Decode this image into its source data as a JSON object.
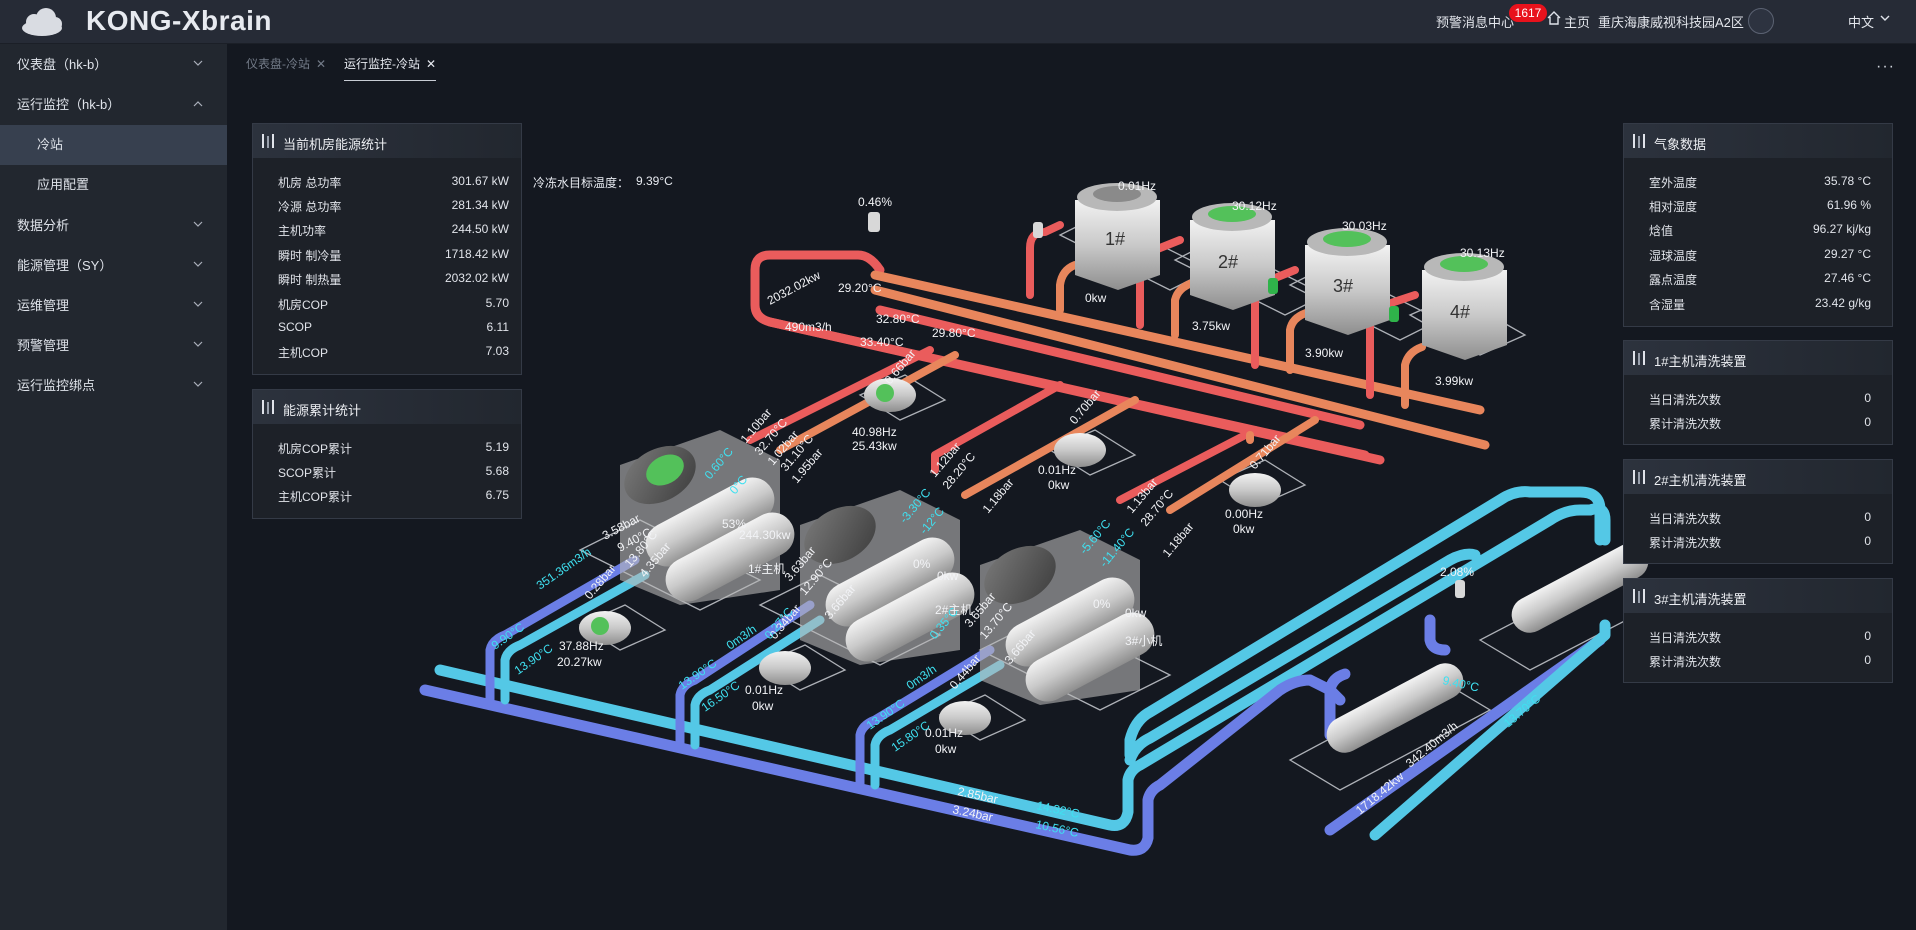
{
  "header": {
    "app_title": "KONG-Xbrain",
    "alert_center": "预警消息中心",
    "alert_count": "1617",
    "home": "主页",
    "site": "重庆海康威视科技园A2区",
    "language": "中文"
  },
  "sidebar": {
    "items": [
      {
        "label": "仪表盘（hk-b）"
      },
      {
        "label": "运行监控（hk-b）"
      },
      {
        "label": "冷站"
      },
      {
        "label": "应用配置"
      },
      {
        "label": "数据分析"
      },
      {
        "label": "能源管理（SY）"
      },
      {
        "label": "运维管理"
      },
      {
        "label": "预警管理"
      },
      {
        "label": "运行监控绑点"
      }
    ]
  },
  "tabs": [
    {
      "label": "仪表盘-冷站"
    },
    {
      "label": "运行监控-冷站"
    }
  ],
  "more_menu": "···",
  "energy_panel": {
    "title": "当前机房能源统计",
    "rows": [
      {
        "label": "机房 总功率",
        "value": "301.67 kW"
      },
      {
        "label": "冷源 总功率",
        "value": "281.34 kW"
      },
      {
        "label": "主机功率",
        "value": "244.50 kW"
      },
      {
        "label": "瞬时 制冷量",
        "value": "1718.42 kW"
      },
      {
        "label": "瞬时 制热量",
        "value": "2032.02 kW"
      },
      {
        "label": "机房COP",
        "value": "5.70"
      },
      {
        "label": "SCOP",
        "value": "6.11"
      },
      {
        "label": "主机COP",
        "value": "7.03"
      }
    ]
  },
  "cumulative_panel": {
    "title": "能源累计统计",
    "rows": [
      {
        "label": "机房COP累计",
        "value": "5.19"
      },
      {
        "label": "SCOP累计",
        "value": "5.68"
      },
      {
        "label": "主机COP累计",
        "value": "6.75"
      }
    ]
  },
  "weather_panel": {
    "title": "气象数据",
    "rows": [
      {
        "label": "室外温度",
        "value": "35.78 °C"
      },
      {
        "label": "相对湿度",
        "value": "61.96 %"
      },
      {
        "label": "焓值",
        "value": "96.27 kj/kg"
      },
      {
        "label": "湿球温度",
        "value": "29.27 °C"
      },
      {
        "label": "露点温度",
        "value": "27.46 °C"
      },
      {
        "label": "含湿量",
        "value": "23.42 g/kg"
      }
    ]
  },
  "cleaning_panels": [
    {
      "title": "1#主机清洗装置",
      "rows": [
        {
          "label": "当日清洗次数",
          "value": "0"
        },
        {
          "label": "累计清洗次数",
          "value": "0"
        }
      ]
    },
    {
      "title": "2#主机清洗装置",
      "rows": [
        {
          "label": "当日清洗次数",
          "value": "0"
        },
        {
          "label": "累计清洗次数",
          "value": "0"
        }
      ]
    },
    {
      "title": "3#主机清洗装置",
      "rows": [
        {
          "label": "当日清洗次数",
          "value": "0"
        },
        {
          "label": "累计清洗次数",
          "value": "0"
        }
      ]
    }
  ],
  "target_temp": {
    "label": "冷冻水目标温度：",
    "value": "9.39°C"
  },
  "diagram": {
    "towers": [
      {
        "name": "1#",
        "freq": "0.01Hz",
        "power": "0kw"
      },
      {
        "name": "2#",
        "freq": "30.12Hz",
        "power": "3.75kw"
      },
      {
        "name": "3#",
        "freq": "30.03Hz",
        "power": "3.90kw"
      },
      {
        "name": "4#",
        "freq": "30.13Hz",
        "power": "3.99kw"
      }
    ],
    "valve_top_open": "0.46%",
    "valve_right_open": "2.08%",
    "heat_load": "2032.02kw",
    "cw_supply_temp": "29.20°C",
    "cw_flow": "490m3/h",
    "cw_return_temp_a": "32.80°C",
    "cw_return_temp_b": "29.80°C",
    "cw_main_temp": "33.40°C",
    "chillers": [
      {
        "name": "1#主机",
        "power": "244.30kw",
        "load": "53%",
        "labels": [
          "1.10bar",
          "32.70°C",
          "1.02bar",
          "31.10°C",
          "1.95bar",
          "3.58bar",
          "9.40°C",
          "13.80°C",
          "4.35bar",
          "0.60°C",
          "0°C"
        ]
      },
      {
        "name": "2#主机",
        "power": "0kw",
        "load": "0%",
        "labels": [
          "1.12bar",
          "28.20°C",
          "1.18bar",
          "3.63bar",
          "12.90°C",
          "3.66bar",
          "-3.30°C",
          "-12°C"
        ]
      },
      {
        "name": "3#小机",
        "power": "0kw",
        "load": "0%",
        "labels": [
          "1.13bar",
          "28.70°C",
          "1.18bar",
          "3.65bar",
          "13.70°C",
          "3.66bar",
          "-5.60°C",
          "-11.40°C"
        ]
      }
    ],
    "cw_pumps": [
      {
        "freq": "40.98Hz",
        "power": "25.43kw",
        "pressure": "0.66bar"
      },
      {
        "freq": "0.01Hz",
        "power": "0kw",
        "pressure": "0.70bar"
      },
      {
        "freq": "0.00Hz",
        "power": "0kw",
        "pressure": "0.71bar"
      }
    ],
    "chw_pumps": [
      {
        "freq": "37.88Hz",
        "power": "20.27kw",
        "pressure": "0.28bar"
      },
      {
        "freq": "0.01Hz",
        "power": "0kw",
        "pressure": "0.34bar"
      },
      {
        "freq": "0.01Hz",
        "power": "0kw",
        "pressure": "0.44bar"
      }
    ],
    "chw_flow_1": "351.36m3/h",
    "chw_flow_2": "0m3/h",
    "chw_flow_3": "0m3/h",
    "chw_temp_1": "9.90°C",
    "chw_temp_2": "13.90°C",
    "chw_temp_3": "13.90°C",
    "chw_temp_4": "16.50°C",
    "chw_temp_5": "13.90°C",
    "chw_temp_6": "15.80°C",
    "chw_temp_7": "0.27°C",
    "chw_temp_8": "0.35°C",
    "header_pressure_1": "2.85bar",
    "header_pressure_2": "3.24bar",
    "header_temp_1": "14.32°C",
    "header_temp_2": "10.56°C",
    "user_cooling": "1718.42kw",
    "user_flow": "342.40m3/h",
    "user_supply_temp": "9.40°C",
    "user_return_temp": "13.70°C"
  }
}
